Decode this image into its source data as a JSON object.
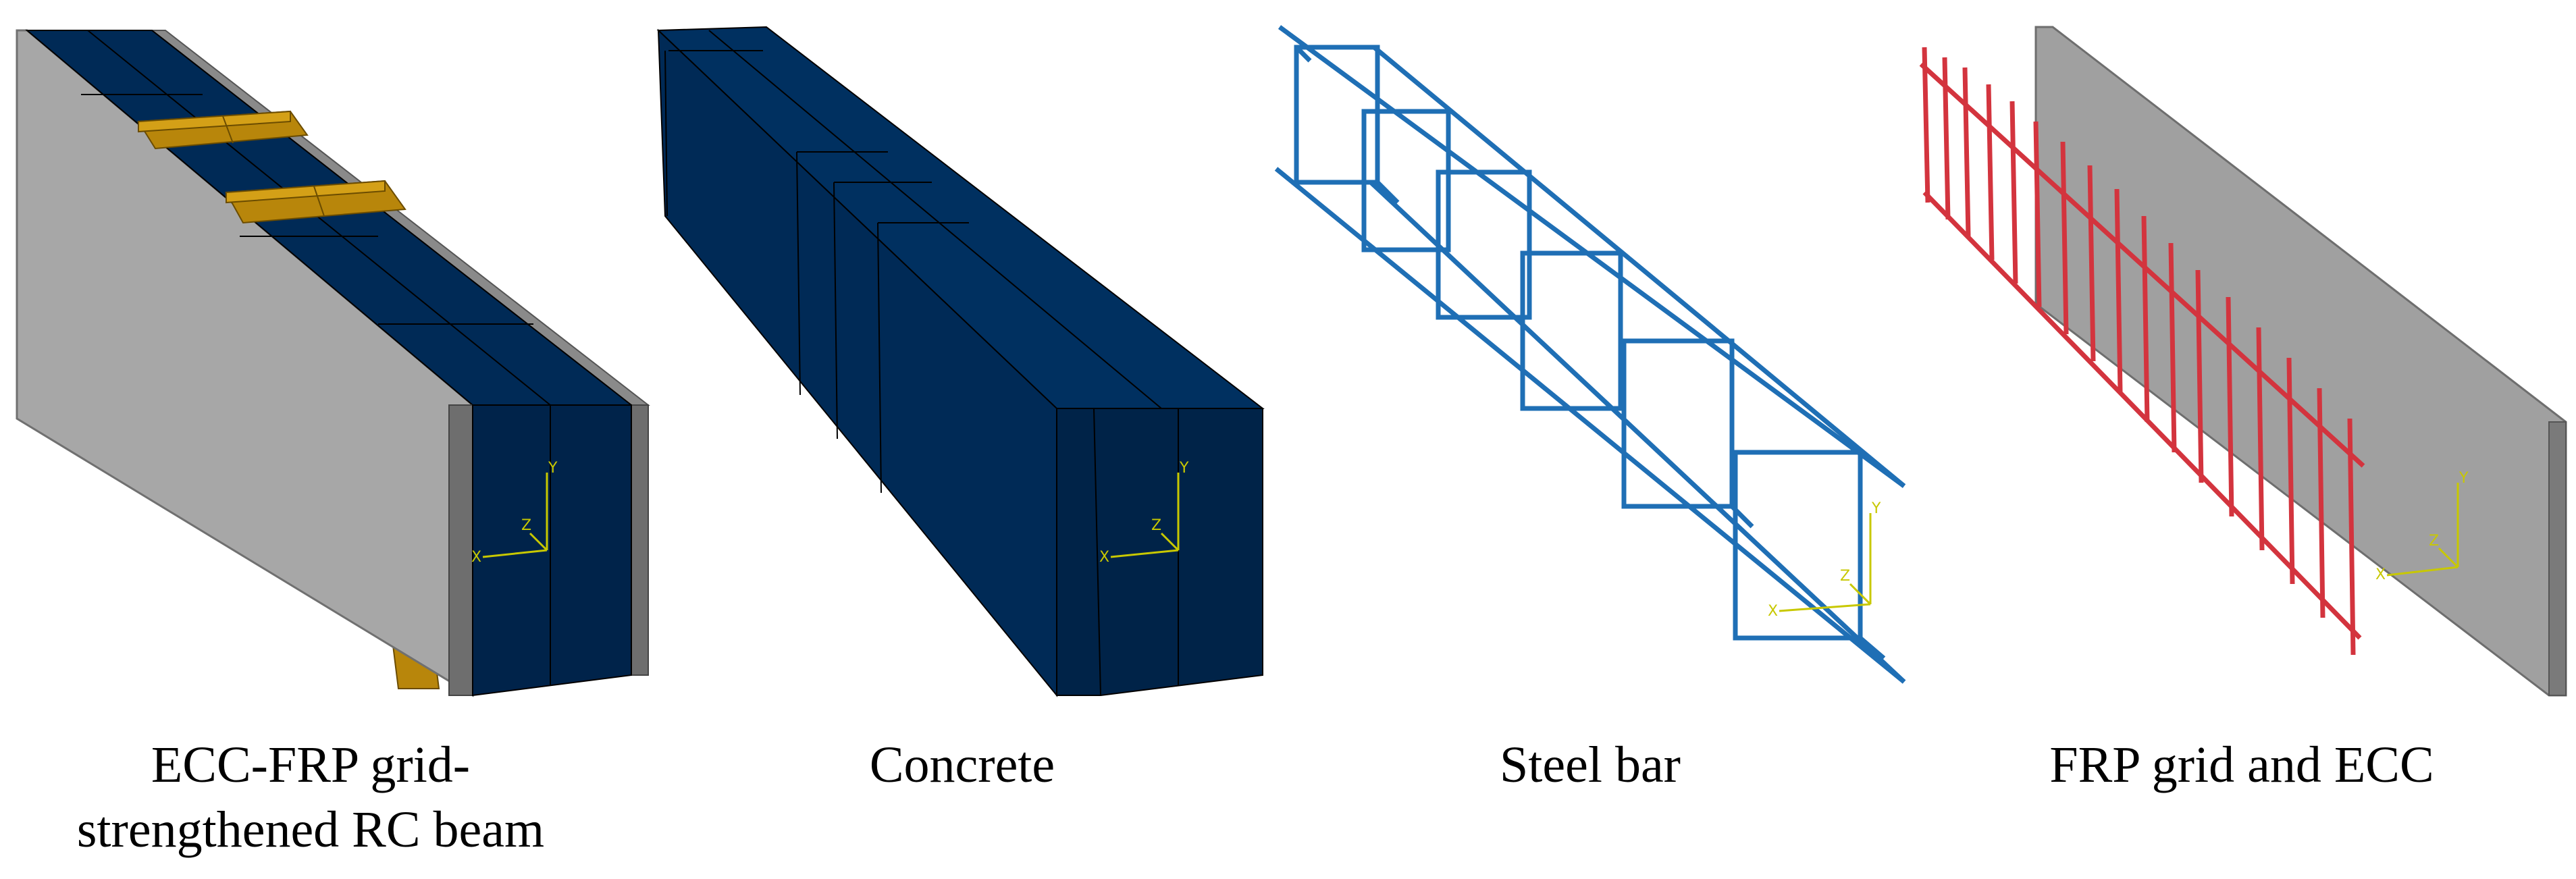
{
  "panels": [
    {
      "id": "ecc-frp-rc-beam",
      "caption_line1": "ECC-FRP grid-",
      "caption_line2": "strengthened RC beam"
    },
    {
      "id": "concrete",
      "caption_line1": "Concrete"
    },
    {
      "id": "steel-bar",
      "caption_line1": "Steel bar"
    },
    {
      "id": "frp-grid-and-ecc",
      "caption_line1": "FRP grid and ECC"
    }
  ],
  "axis_triad": {
    "x_label": "X",
    "y_label": "Y",
    "z_label": "Z"
  },
  "colors": {
    "concrete": "#002a56",
    "concrete_edge": "#000000",
    "ecc": "#a0a0a0",
    "ecc_dark": "#6e6e6e",
    "support_plate": "#b8860b",
    "steel_bar": "#1f6fb5",
    "frp_grid": "#d3343e",
    "axis_triad": "#c8c800"
  }
}
